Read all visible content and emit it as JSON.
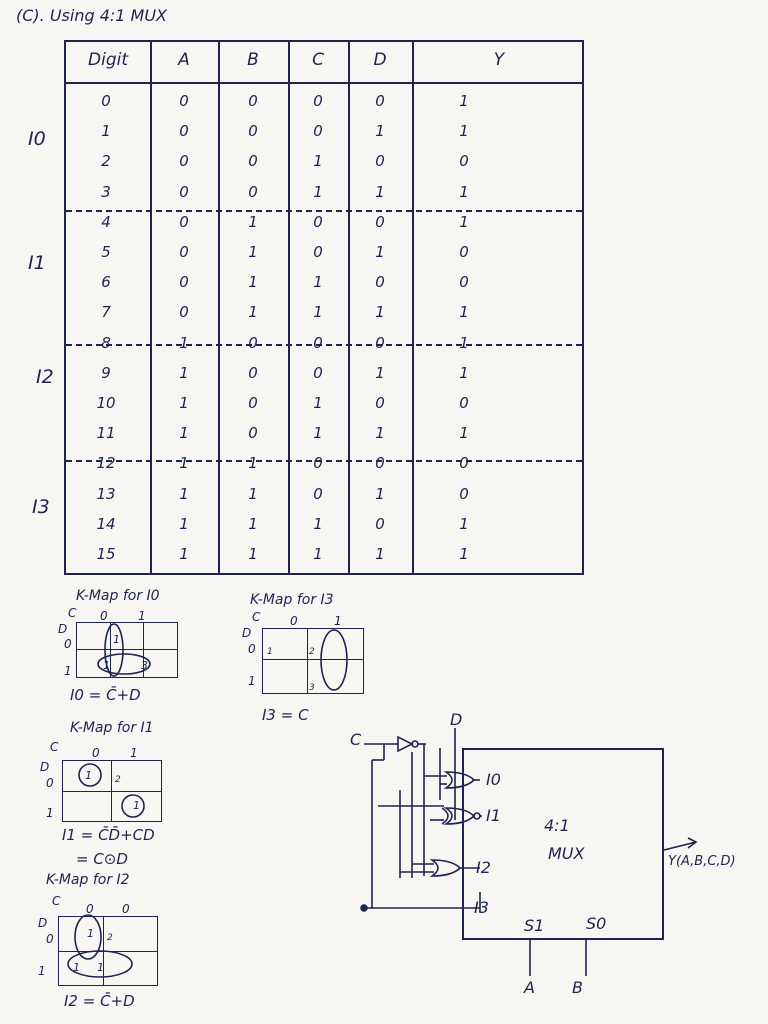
{
  "title": "(C). Using 4:1 MUX",
  "truth_table": {
    "headers": [
      "Digit",
      "A",
      "B",
      "C",
      "D",
      "Y"
    ],
    "rows": [
      [
        "0",
        "0",
        "0",
        "0",
        "0",
        "1"
      ],
      [
        "1",
        "0",
        "0",
        "0",
        "1",
        "1"
      ],
      [
        "2",
        "0",
        "0",
        "1",
        "0",
        "0"
      ],
      [
        "3",
        "0",
        "0",
        "1",
        "1",
        "1"
      ],
      [
        "4",
        "0",
        "1",
        "0",
        "0",
        "1"
      ],
      [
        "5",
        "0",
        "1",
        "0",
        "1",
        "0"
      ],
      [
        "6",
        "0",
        "1",
        "1",
        "0",
        "0"
      ],
      [
        "7",
        "0",
        "1",
        "1",
        "1",
        "1"
      ],
      [
        "8",
        "1",
        "0",
        "0",
        "0",
        "1"
      ],
      [
        "9",
        "1",
        "0",
        "0",
        "1",
        "1"
      ],
      [
        "10",
        "1",
        "0",
        "1",
        "0",
        "0"
      ],
      [
        "11",
        "1",
        "0",
        "1",
        "1",
        "1"
      ],
      [
        "12",
        "1",
        "1",
        "0",
        "0",
        "0"
      ],
      [
        "13",
        "1",
        "1",
        "0",
        "1",
        "0"
      ],
      [
        "14",
        "1",
        "1",
        "1",
        "0",
        "1"
      ],
      [
        "15",
        "1",
        "1",
        "1",
        "1",
        "1"
      ]
    ],
    "group_labels": [
      "I0",
      "I1",
      "I2",
      "I3"
    ]
  },
  "kmaps": {
    "i0": {
      "title": "K-Map for I0",
      "col_var": "C",
      "row_var": "D",
      "cols": [
        "0",
        "1"
      ],
      "rows": [
        "0",
        "1"
      ],
      "cells": [
        "1",
        "1",
        "3"
      ],
      "equation": "I0 = C̄+D"
    },
    "i1": {
      "title": "K-Map for I1",
      "col_var": "C",
      "row_var": "D",
      "cols": [
        "0",
        "1"
      ],
      "rows": [
        "0",
        "1"
      ],
      "cells": [
        "1",
        "2",
        "1"
      ],
      "equation_1": "I1 = C̄D̄+CD",
      "equation_2": "= C⊙D"
    },
    "i2": {
      "title": "K-Map for I2",
      "col_var": "C",
      "row_var": "D",
      "cols": [
        "0",
        "0"
      ],
      "rows": [
        "0",
        "1"
      ],
      "cells": [
        "1",
        "1",
        "2",
        "1"
      ],
      "equation": "I2 = C̄+D"
    },
    "i3": {
      "title": "K-Map for I3",
      "col_var": "C",
      "row_var": "D",
      "cols": [
        "0",
        "1"
      ],
      "rows": [
        "0",
        "1"
      ],
      "cells": [
        "1",
        "2",
        "3"
      ],
      "equation": "I3 = C"
    }
  },
  "mux": {
    "label_1": "4:1",
    "label_2": "MUX",
    "inputs": [
      "I0",
      "I1",
      "I2",
      "I3"
    ],
    "selects": [
      "S1",
      "S0"
    ],
    "select_vars": [
      "A",
      "B"
    ],
    "var_c": "C",
    "var_d": "D",
    "output": "Y(A,B,C,D)"
  }
}
